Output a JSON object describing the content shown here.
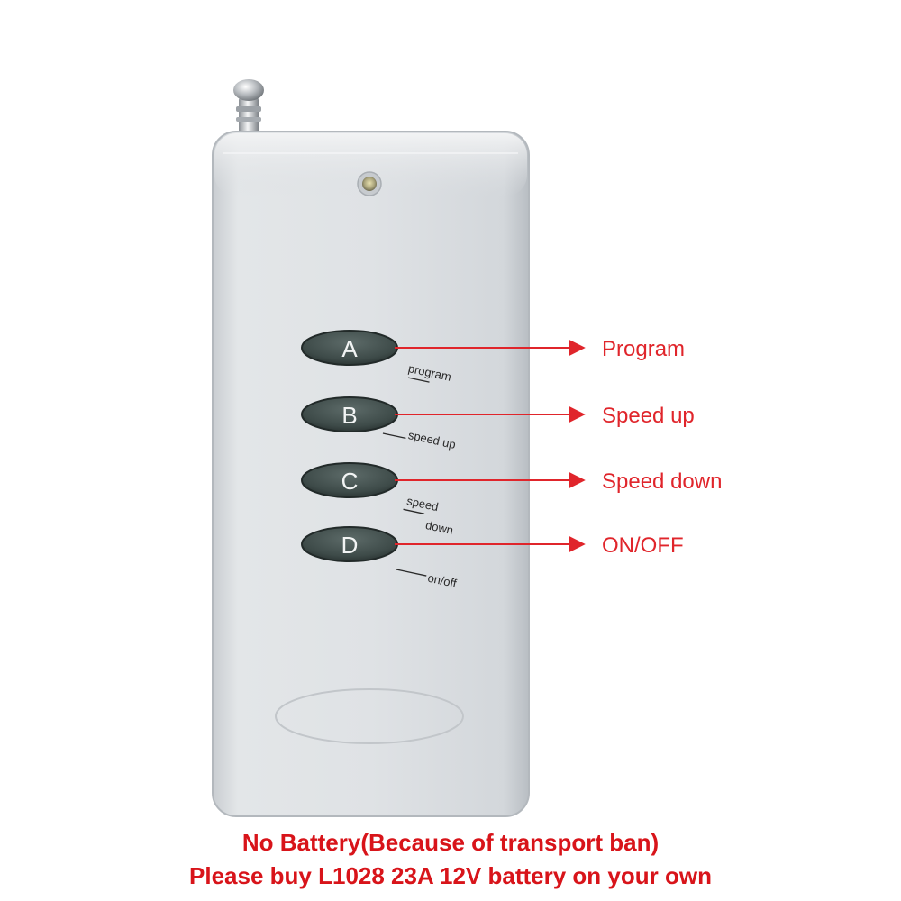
{
  "remote": {
    "buttons": [
      {
        "letter": "A",
        "caption": "program"
      },
      {
        "letter": "B",
        "caption": "speed up"
      },
      {
        "letter": "C",
        "caption_line1": "speed",
        "caption_line2": "down"
      },
      {
        "letter": "D",
        "caption": "on/off"
      }
    ]
  },
  "callouts": [
    {
      "label": "Program"
    },
    {
      "label": "Speed up"
    },
    {
      "label": "Speed down"
    },
    {
      "label": "ON/OFF"
    }
  ],
  "footer": {
    "line1": "No Battery(Because of transport ban)",
    "line2": "Please buy L1028 23A 12V battery on your own"
  },
  "colors": {
    "accent_red": "#e0252b",
    "footer_red": "#d8141a",
    "button_dark": "#3e4b49",
    "body_silver": "#d9dde0"
  }
}
